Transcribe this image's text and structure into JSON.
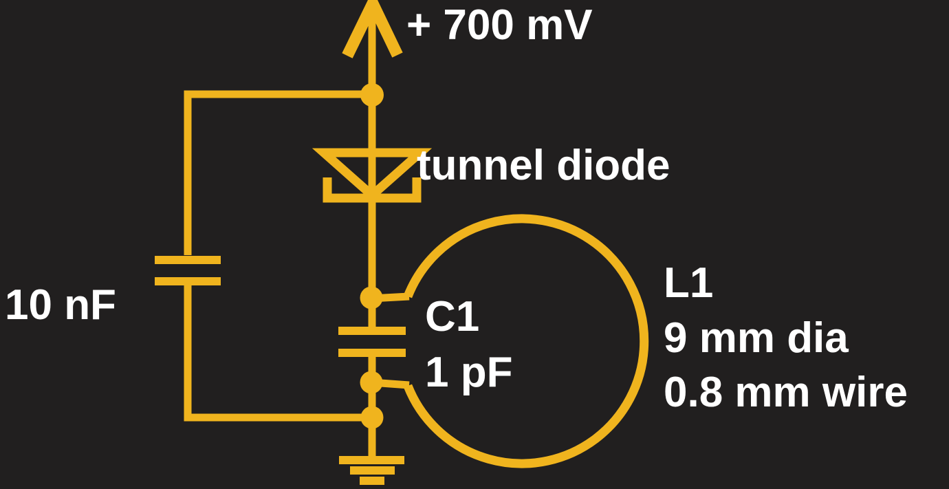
{
  "colors": {
    "background": "#211F1F",
    "wire": "#F0B41E",
    "text": "#FFFFFF"
  },
  "labels": {
    "supply": "+ 700 mV",
    "diode": "tunnel diode",
    "c1": {
      "name": "C1",
      "value": "1 pF"
    },
    "l1": {
      "name": "L1",
      "diameter": "9 mm dia",
      "wire": "0.8 mm wire"
    },
    "bypass_capacitor": "10 nF"
  }
}
